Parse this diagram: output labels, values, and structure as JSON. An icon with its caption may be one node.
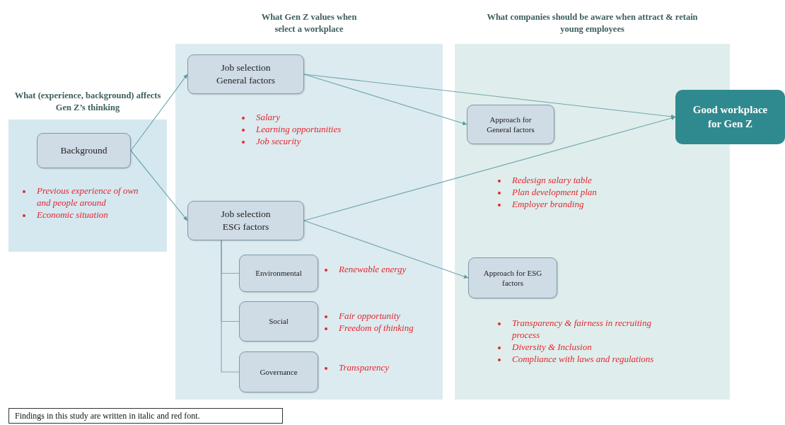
{
  "diagram": {
    "nodes": [
      {
        "text": [
          "What (experience, background) affects Gen Z’s thinking"
        ]
      },
      {
        "text": [
          "Background"
        ],
        "in": 0,
        "beside": [
          "Previous experience of own and people around",
          "Economic situation"
        ]
      },
      {
        "text": [
          "What Gen Z values when select a workplace"
        ]
      },
      {
        "text": [
          "Job selection General factors"
        ],
        "in": 2,
        "beside": [
          "Salary",
          "Learning opportunities",
          "Job security"
        ]
      },
      {
        "text": [
          "Job selection ESG factors"
        ],
        "in": 2
      },
      {
        "text": [
          "Environmental"
        ],
        "in": 2,
        "beside": [
          "Renewable energy"
        ]
      },
      {
        "text": [
          "Social"
        ],
        "in": 2,
        "beside": [
          "Fair opportunity",
          "Freedom of thinking"
        ]
      },
      {
        "text": [
          "Governance"
        ],
        "in": 2,
        "beside": [
          "Transparency"
        ]
      },
      {
        "text": [
          "What companies should be aware when attract & retain young employees"
        ]
      },
      {
        "text": [
          "Approach for General factors"
        ],
        "in": 8,
        "beside": [
          "Redesign salary table",
          "Plan development plan",
          "Employer branding"
        ]
      },
      {
        "text": [
          "Approach for ESG factors"
        ],
        "in": 8,
        "beside": [
          "Transparency & fairness in recruiting process",
          "Diversity & Inclusion",
          "Compliance with laws and regulations"
        ]
      },
      {
        "text": [
          "Good workplace for Gen Z"
        ]
      }
    ],
    "edges": [
      {
        "from": 1,
        "to": 3,
        "arrow": "to"
      },
      {
        "from": 1,
        "to": 4,
        "arrow": "to"
      },
      {
        "from": 3,
        "to": 9,
        "arrow": "to"
      },
      {
        "from": 3,
        "to": 11,
        "arrow": "to"
      },
      {
        "from": 4,
        "to": 11,
        "arrow": "to"
      },
      {
        "from": 4,
        "to": 10,
        "arrow": "to"
      },
      {
        "from": 4,
        "to": 5,
        "arrow": "none"
      },
      {
        "from": 4,
        "to": 6,
        "arrow": "none"
      },
      {
        "from": 4,
        "to": 7,
        "arrow": "none"
      }
    ],
    "labels": [
      "Findings in this study are written in italic and red font."
    ]
  }
}
